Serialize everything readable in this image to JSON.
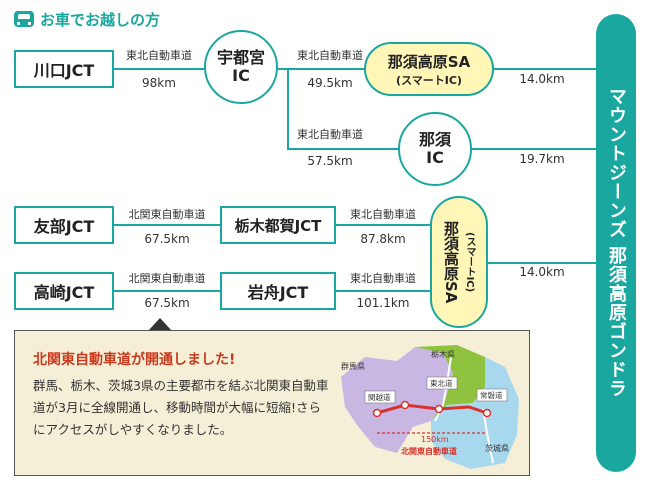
{
  "header": {
    "title": "お車でお越しの方",
    "icon": "car-icon"
  },
  "colors": {
    "accent": "#1aa7a0",
    "sa_fill": "#fff6b8",
    "news_bg": "#f6efd7",
    "news_title": "#c83a1e",
    "route_red": "#d9312b"
  },
  "nodes": {
    "kawaguchi": "川口JCT",
    "utsunomiya": [
      "宇都宮",
      "IC"
    ],
    "nasukogen_sa": "那須高原SA",
    "nasukogen_sa_sub": "(スマートIC)",
    "nasu_ic": [
      "那須",
      "IC"
    ],
    "tomobe": "友部JCT",
    "tochigitsuga": "栃木都賀JCT",
    "takasaki": "高崎JCT",
    "iwafune": "岩舟JCT",
    "sa_vertical": "那須高原SA",
    "sa_vertical_sub": "(スマートIC)"
  },
  "segments": {
    "kawaguchi_utsunomiya": {
      "road": "東北自動車道",
      "distance": "98km"
    },
    "utsunomiya_sa": {
      "road": "東北自動車道",
      "distance": "49.5km"
    },
    "sa_dest": {
      "distance": "14.0km"
    },
    "utsunomiya_nasu": {
      "road": "東北自動車道",
      "distance": "57.5km"
    },
    "nasu_dest": {
      "distance": "19.7km"
    },
    "tomobe_tochigi": {
      "road": "北関東自動車道",
      "distance": "67.5km"
    },
    "tochigi_sa": {
      "road": "東北自動車道",
      "distance": "87.8km"
    },
    "takasaki_iwafune": {
      "road": "北関東自動車道",
      "distance": "67.5km"
    },
    "iwafune_sa": {
      "road": "東北自動車道",
      "distance": "101.1km"
    },
    "sa2_dest": {
      "distance": "14.0km"
    }
  },
  "destination": "マウントジーンズ 那須高原ゴンドラ",
  "news": {
    "title": "北関東自動車道が開通しました!",
    "text": "群馬、栃木、茨城3県の主要都市を結ぶ北関東自動車道が3月に全線開通し、移動時間が大幅に短縮!さらにアクセスがしやすくなりました。",
    "map": {
      "gunma": "群馬県",
      "tochigi": "栃木県",
      "ibaraki": "茨城県",
      "kanetsu": "関越道",
      "tohoku": "東北道",
      "joban": "常磐道",
      "distance": "150km",
      "kitakanto": "北関東自動車道"
    }
  }
}
